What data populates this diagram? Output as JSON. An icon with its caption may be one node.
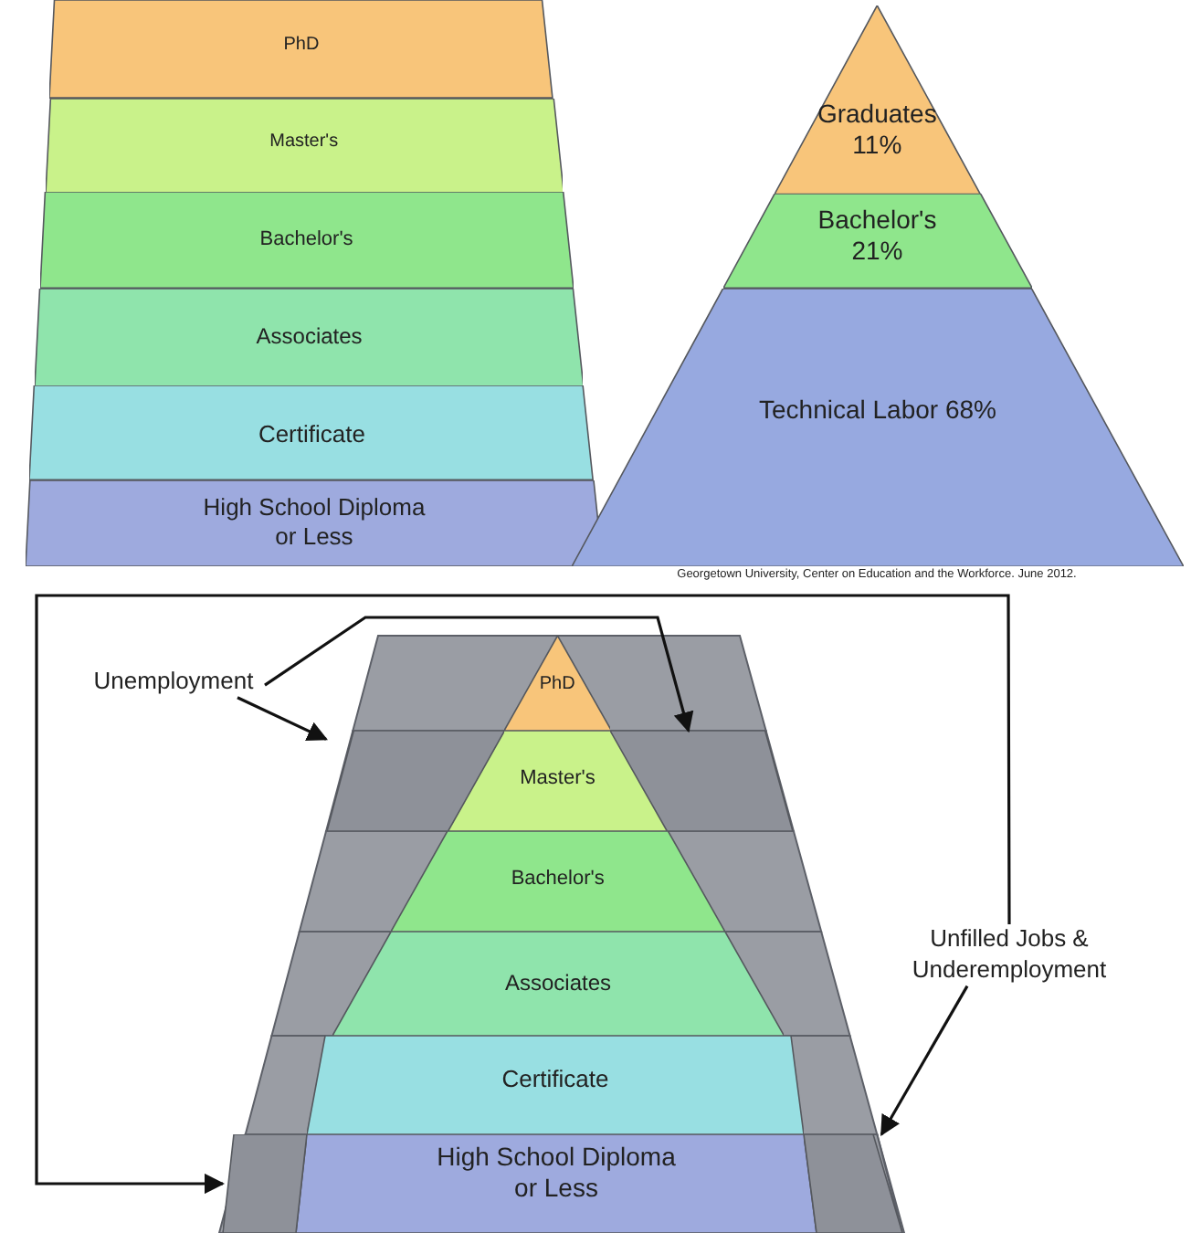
{
  "diagram": {
    "nodes": [
      {
        "text": [
          "PhD"
        ]
      },
      {
        "text": [
          "Master's"
        ]
      },
      {
        "text": [
          "Bachelor's"
        ]
      },
      {
        "text": [
          "Associates"
        ]
      },
      {
        "text": [
          "Certificate"
        ]
      },
      {
        "text": [
          "High School Diploma or Less"
        ]
      },
      {
        "text": [
          "Graduates 11%"
        ]
      },
      {
        "text": [
          "Bachelor's 21%"
        ]
      },
      {
        "text": [
          "Technical Labor 68%"
        ]
      },
      {
        "text": [
          "PhD"
        ]
      },
      {
        "text": [
          "Master's"
        ]
      },
      {
        "text": [
          "Bachelor's"
        ]
      },
      {
        "text": [
          "Associates"
        ]
      },
      {
        "text": [
          "Certificate"
        ]
      },
      {
        "text": [
          "High School Diploma or Less"
        ]
      },
      {
        "text": [
          "Unemployment"
        ]
      },
      {
        "text": [
          "Unfilled Jobs & Underemployment"
        ]
      },
      {
        "text": [],
        "shape": "box"
      },
      {
        "text": [],
        "shape": "box"
      },
      {
        "text": [],
        "shape": "box"
      },
      {
        "text": [],
        "shape": "box"
      }
    ],
    "edges": [
      {
        "from": 15,
        "to": 17,
        "arrow": "to"
      },
      {
        "from": 15,
        "to": 18,
        "arrow": "to"
      },
      {
        "from": 16,
        "to": 19,
        "arrow": "to"
      },
      {
        "from": 16,
        "to": 20,
        "arrow": "to"
      }
    ],
    "labels": [
      "Georgetown University, Center on Education and the Workforce. June 2012."
    ]
  }
}
